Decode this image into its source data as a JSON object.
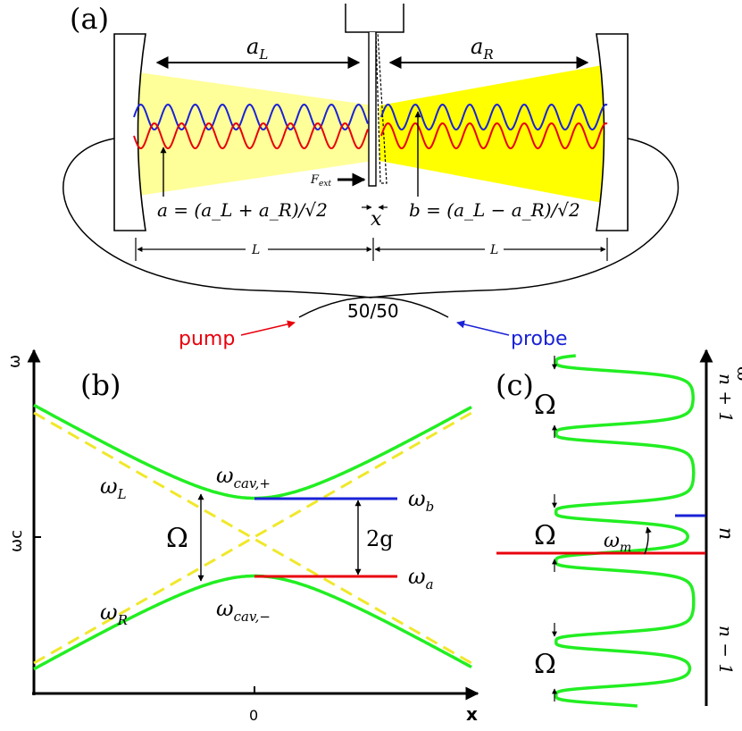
{
  "panel_a": {
    "label": "(a)",
    "a_left_label": "a",
    "a_left_sub": "L",
    "a_right_label": "a",
    "a_right_sub": "R",
    "force_label": "F",
    "force_sub": "ext",
    "x_label": "x",
    "a_mode_formula": "a = (a_L + a_R)/√2",
    "b_mode_formula": "b = (a_L − a_R)/√2",
    "length_left": "L",
    "length_right": "L",
    "splitter_label": "50/50",
    "pump_label": "pump",
    "probe_label": "probe",
    "colors": {
      "pump": "#e8000b",
      "probe": "#1a22d6",
      "beam": "#ffff66",
      "beam_right": "#ffff00"
    }
  },
  "panel_b": {
    "label": "(b)",
    "y_axis_label": "ω",
    "x_axis_label": "x",
    "y_tick_label": "ωc",
    "x_tick_label": "0",
    "omega_L": "ω",
    "omega_L_sub": "L",
    "omega_R": "ω",
    "omega_R_sub": "R",
    "omega_cav_plus": "ω",
    "omega_cav_plus_sub": "cav,+",
    "omega_cav_minus": "ω",
    "omega_cav_minus_sub": "cav,−",
    "omega_b": "ω",
    "omega_b_sub": "b",
    "omega_a": "ω",
    "omega_a_sub": "a",
    "splitting_label": "Ω",
    "coupling_label": "2g",
    "colors": {
      "bands": "#22ee22",
      "bare": "#f0e82a",
      "omega_b_line": "#1a22d6",
      "omega_a_line": "#e8000b"
    }
  },
  "panel_c": {
    "label": "(c)",
    "y_axis_label": "ω",
    "omega_upper": "Ω",
    "omega_middle": "Ω",
    "omega_lower": "Ω",
    "level_upper": "n + 1",
    "level_middle": "n",
    "level_lower": "n − 1",
    "omega_m": "ω",
    "omega_m_sub": "m"
  }
}
